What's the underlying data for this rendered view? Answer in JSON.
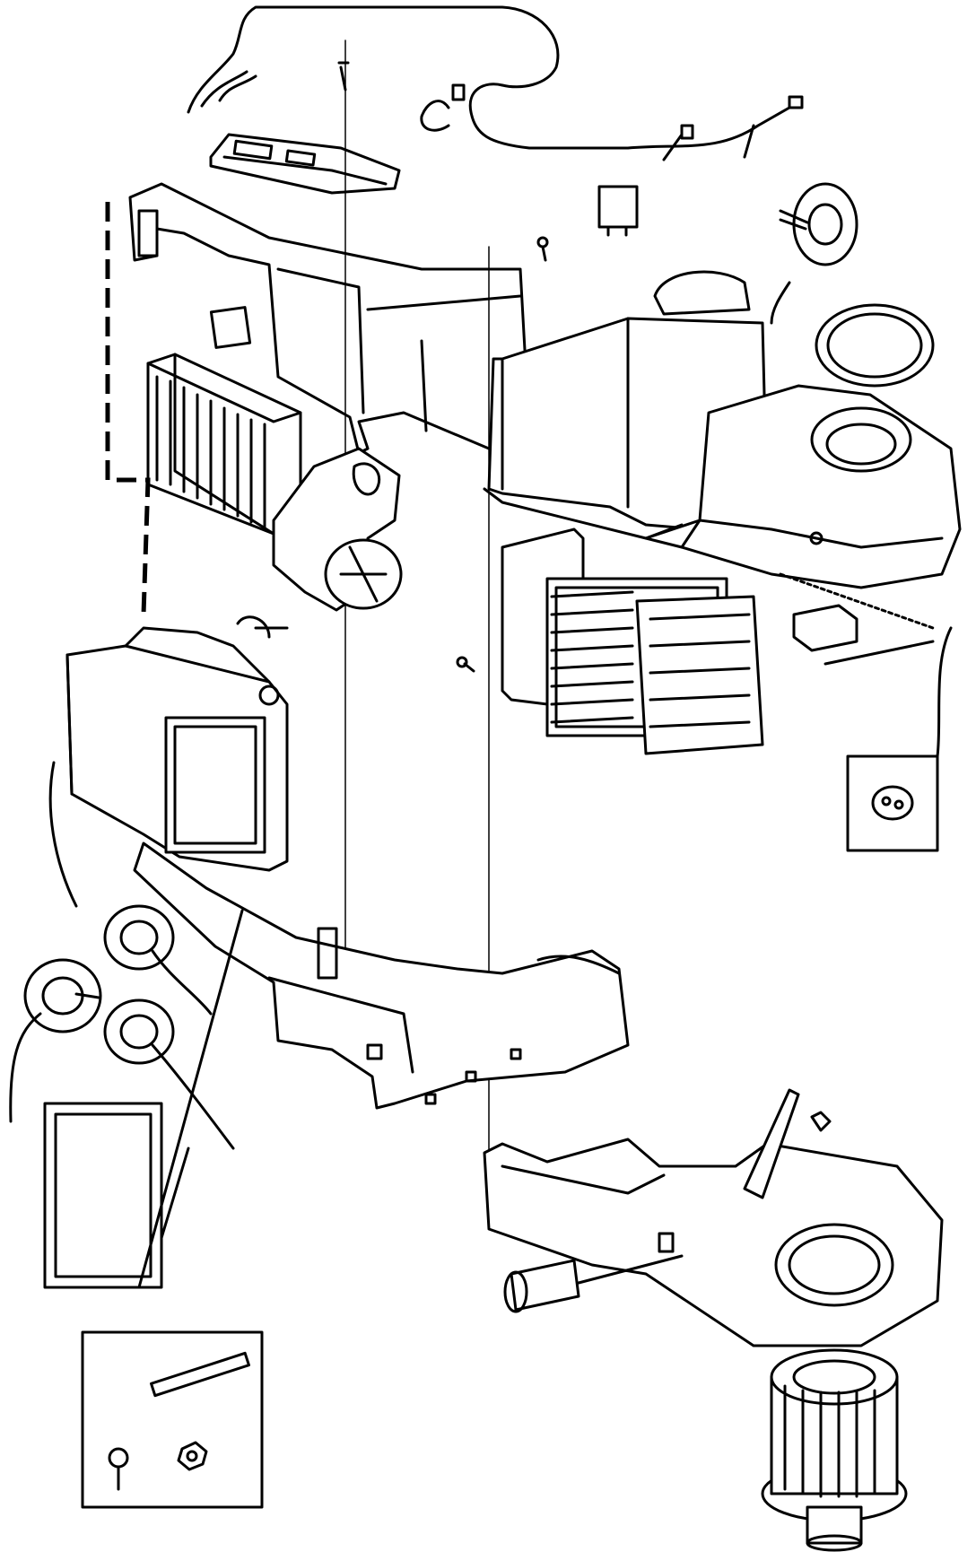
{
  "diagram": {
    "parts": [
      {
        "id": "wiring-harness",
        "icon": "wiring-harness-icon"
      },
      {
        "id": "control-panel",
        "icon": "control-panel-icon"
      },
      {
        "id": "upper-duct",
        "icon": "duct-icon"
      },
      {
        "id": "relay",
        "icon": "relay-icon"
      },
      {
        "id": "vacuum-actuator",
        "icon": "vacuum-actuator-icon"
      },
      {
        "id": "seal-ring",
        "icon": "seal-ring-icon"
      },
      {
        "id": "heater-core",
        "icon": "heater-core-icon"
      },
      {
        "id": "mode-motor",
        "icon": "motor-icon"
      },
      {
        "id": "evaporator-housing-top",
        "icon": "housing-icon"
      },
      {
        "id": "blower-housing-top",
        "icon": "blower-housing-icon"
      },
      {
        "id": "evaporator",
        "icon": "evaporator-icon"
      },
      {
        "id": "resistor",
        "icon": "resistor-icon"
      },
      {
        "id": "diode-inset",
        "icon": "diode-icon"
      },
      {
        "id": "distribution-box",
        "icon": "housing-icon"
      },
      {
        "id": "vacuum-diaphragms",
        "icon": "vacuum-diaphragm-icon"
      },
      {
        "id": "filter-frame",
        "icon": "filter-icon"
      },
      {
        "id": "lower-duct",
        "icon": "duct-icon"
      },
      {
        "id": "blower-housing-bottom",
        "icon": "blower-housing-icon"
      },
      {
        "id": "drain-valve",
        "icon": "drain-valve-icon"
      },
      {
        "id": "hardware-kit",
        "icon": "hardware-kit-icon"
      },
      {
        "id": "blower-fan",
        "icon": "blower-fan-icon"
      }
    ]
  }
}
